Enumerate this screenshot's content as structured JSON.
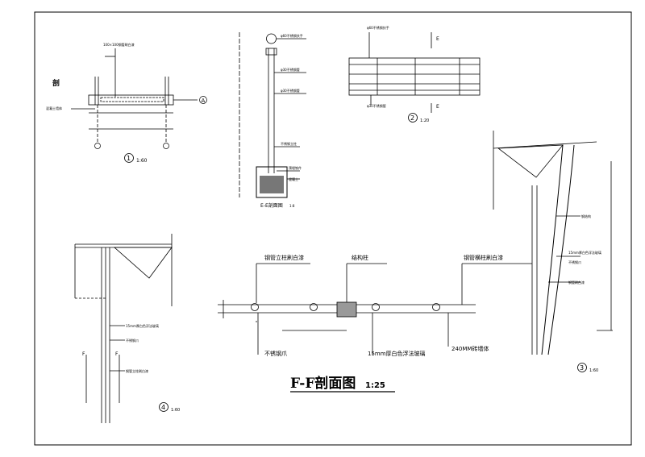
{
  "drawing": {
    "detail1": {
      "number": "1",
      "scale": "1:60",
      "axis_a": "A"
    },
    "detail2": {
      "number": "2",
      "scale": "1:20",
      "section_mark": "E"
    },
    "detail3": {
      "number": "3",
      "scale": "1:60"
    },
    "detail4": {
      "number": "4",
      "scale": "1:60",
      "section_mark": "F"
    },
    "section_ee": {
      "title": "E-E剖面图",
      "scale": "1:8"
    },
    "section_ff": {
      "title": "F-F剖面图",
      "scale": "1:25",
      "labels": {
        "steel_pipe_post": "钢管立柱刷白漆",
        "structural_column": "结构柱",
        "steel_rail": "钢管横柱刷白漆",
        "ss_claw": "不锈钢爪",
        "glass": "15mm厚白色浮法玻璃",
        "brick_wall": "240MM砖墙体"
      }
    }
  }
}
